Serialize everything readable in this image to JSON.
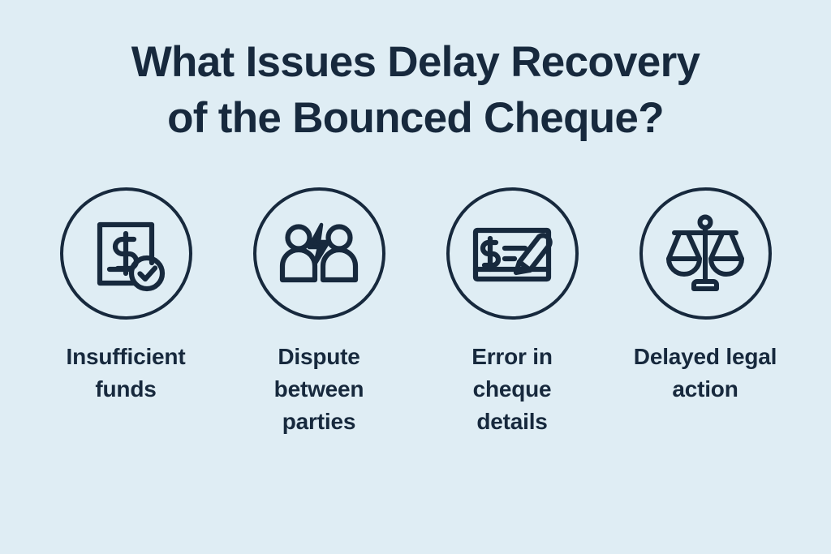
{
  "theme": {
    "background": "#dfedf4",
    "ink": "#17293d"
  },
  "title": {
    "line1": "What Issues Delay Recovery",
    "line2": "of the Bounced Cheque?"
  },
  "items": [
    {
      "icon": "document-dollar-check-icon",
      "label": "Insufficient funds"
    },
    {
      "icon": "people-conflict-icon",
      "label": "Dispute between parties"
    },
    {
      "icon": "cheque-pencil-icon",
      "label": "Error in cheque details"
    },
    {
      "icon": "scales-of-justice-icon",
      "label": "Delayed legal action"
    }
  ]
}
